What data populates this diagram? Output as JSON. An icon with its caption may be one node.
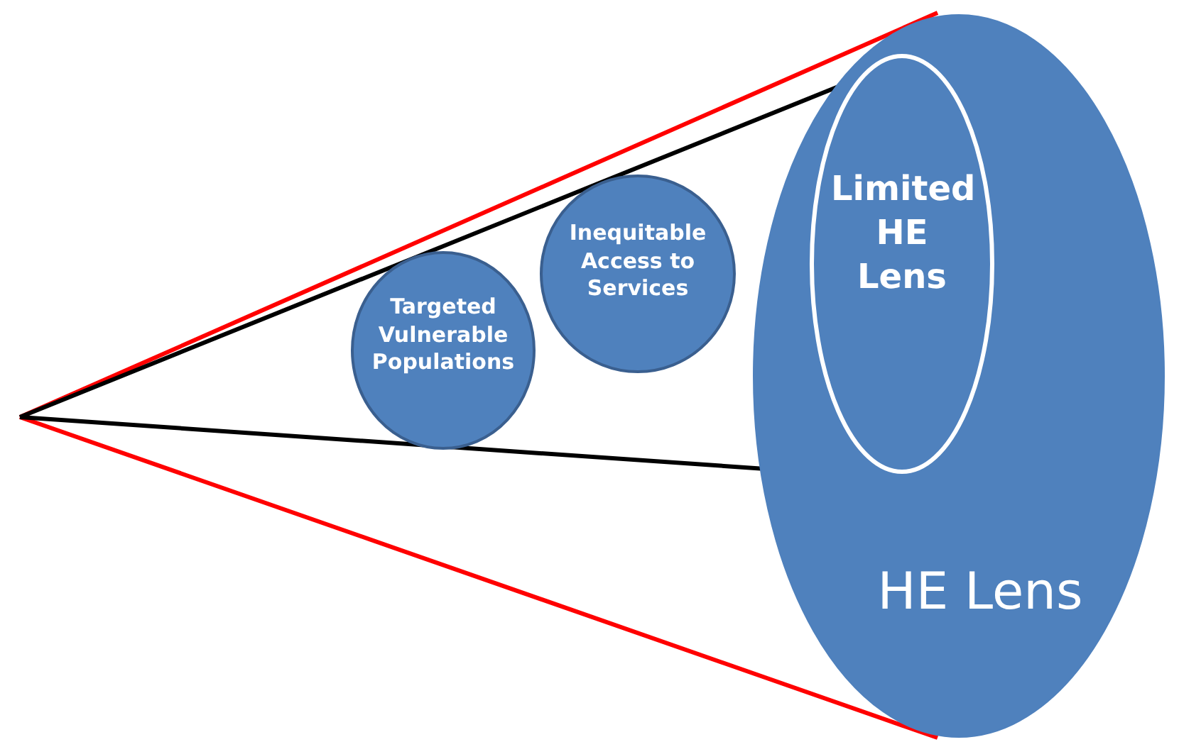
{
  "diagram": {
    "nodes": [
      {
        "text": [
          "Targeted Vulnerable Populations"
        ]
      },
      {
        "text": [
          "Inequitable Access to Services"
        ]
      },
      {
        "text": [
          "HE Lens"
        ]
      },
      {
        "text": [
          "Limited HE Lens"
        ],
        "in": 2
      }
    ],
    "edges": []
  }
}
